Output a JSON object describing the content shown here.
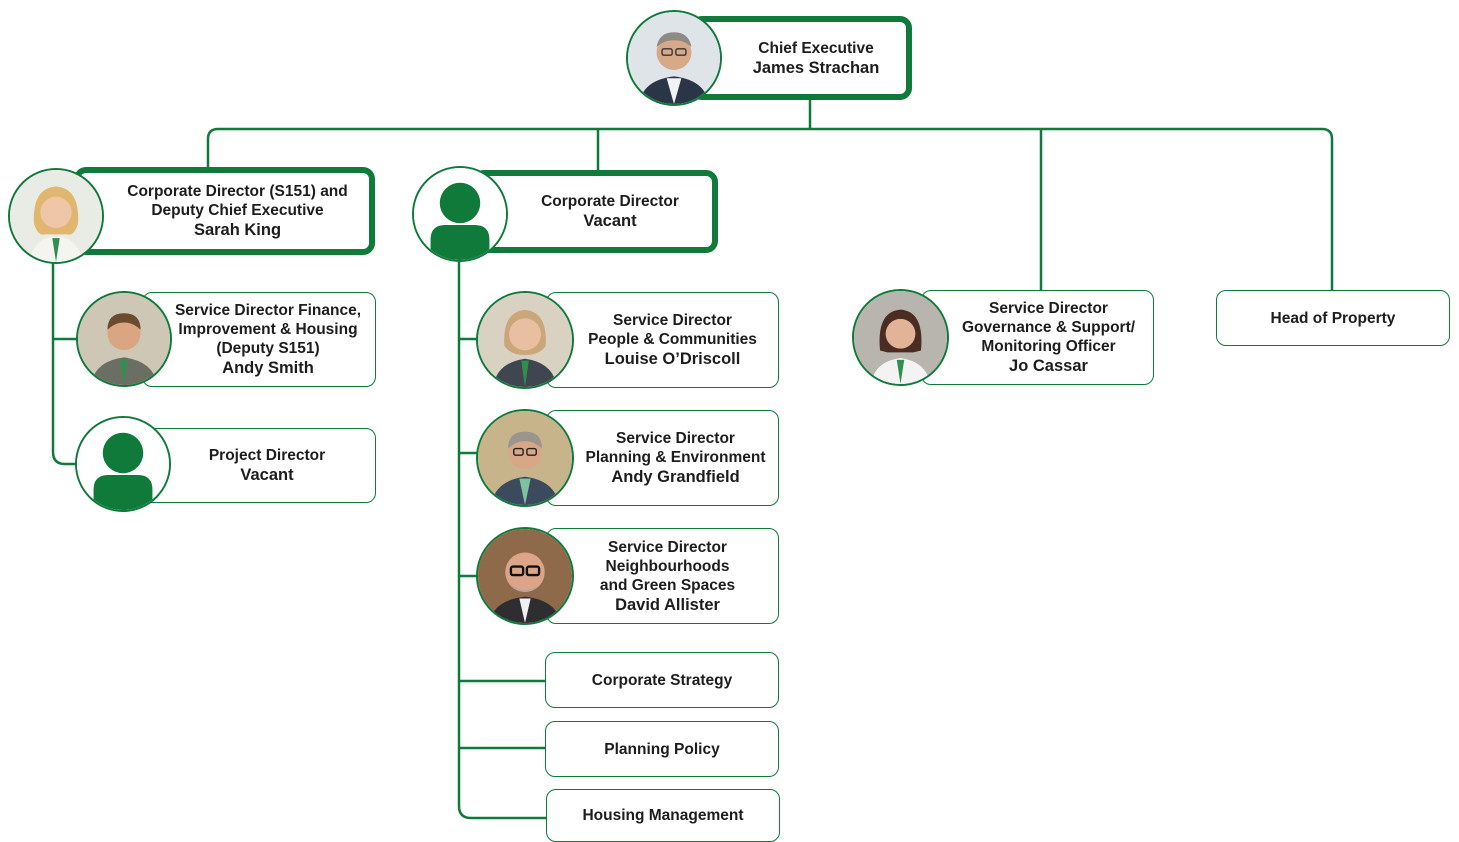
{
  "colors": {
    "accent": "#0f7a3a",
    "text": "#1d1d1d",
    "background": "#ffffff"
  },
  "chief_executive": {
    "title": "Chief Executive",
    "name": "James Strachan",
    "icon": "person-photo"
  },
  "corporate_director_s151": {
    "title_line1": "Corporate Director (S151) and",
    "title_line2": "Deputy Chief Executive",
    "name": "Sarah King",
    "icon": "person-photo"
  },
  "service_director_finance": {
    "title_line1": "Service Director Finance,",
    "title_line2": "Improvement & Housing",
    "title_line3": "(Deputy S151)",
    "name": "Andy Smith",
    "icon": "person-photo"
  },
  "project_director": {
    "title": "Project Director",
    "name": "Vacant",
    "icon": "person-placeholder-icon"
  },
  "corporate_director": {
    "title": "Corporate Director",
    "name": "Vacant",
    "icon": "person-placeholder-icon"
  },
  "service_director_people": {
    "title_line1": "Service Director",
    "title_line2": "People & Communities",
    "name": "Louise O’Driscoll",
    "icon": "person-photo"
  },
  "service_director_planning": {
    "title_line1": "Service Director",
    "title_line2": "Planning & Environment",
    "name": "Andy Grandfield",
    "icon": "person-photo"
  },
  "service_director_neighbourhoods": {
    "title_line1": "Service Director",
    "title_line2": "Neighbourhoods",
    "title_line3": "and Green Spaces",
    "name": "David Allister",
    "icon": "person-photo"
  },
  "corporate_strategy": {
    "title": "Corporate Strategy"
  },
  "planning_policy": {
    "title": "Planning Policy"
  },
  "housing_management": {
    "title": "Housing Management"
  },
  "service_director_governance": {
    "title_line1": "Service Director",
    "title_line2": "Governance & Support/",
    "title_line3": "Monitoring Officer",
    "name": "Jo Cassar",
    "icon": "person-photo"
  },
  "head_of_property": {
    "title": "Head of Property"
  }
}
